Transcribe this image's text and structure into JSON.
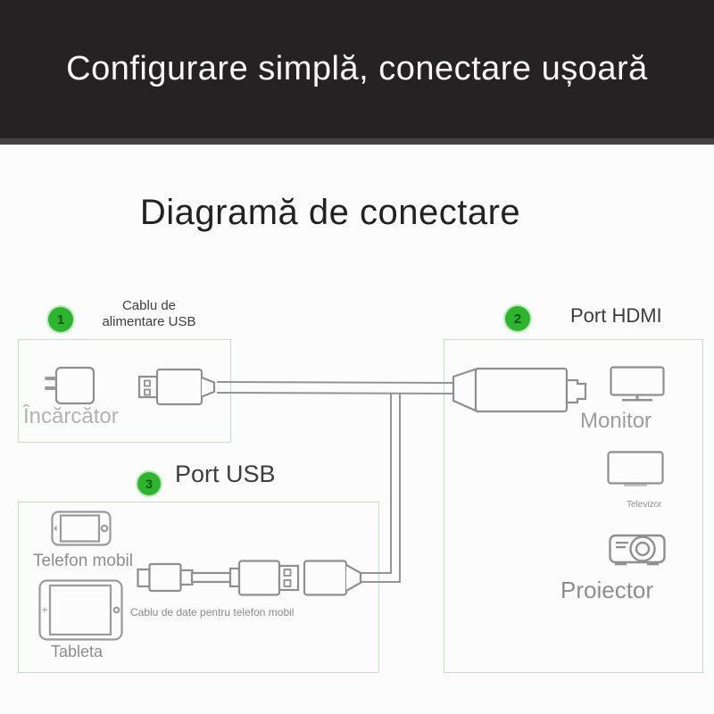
{
  "banner": {
    "title": "Configurare simplă, conectare ușoară"
  },
  "heading": {
    "title": "Diagramă de conectare"
  },
  "sections": {
    "power": {
      "badge": "1",
      "label": "Cablu de alimentare USB",
      "charger_label": "Încărcător"
    },
    "hdmi": {
      "badge": "2",
      "label": "Port HDMI",
      "monitor_label": "Monitor",
      "tv_label": "Televizor",
      "projector_label": "Proiector"
    },
    "usb": {
      "badge": "3",
      "label": "Port USB",
      "phone_label": "Telefon mobil",
      "tablet_label": "Tableta",
      "cable_label": "Cablu de date pentru telefon mobil"
    }
  },
  "icons": {
    "charger-icon": "wall charger outline with two prongs",
    "usb-plug-icon": "USB-A male plug with cable",
    "hdmi-connector-icon": "HDMI plug on cable",
    "monitor-icon": "desktop monitor outline",
    "tv-icon": "television outline",
    "projector-icon": "video projector outline",
    "phone-icon": "mobile phone landscape outline",
    "tablet-icon": "tablet outline",
    "data-cable-icon": "micro-USB to USB data cable with female USB adapter"
  },
  "colors": {
    "banner_bg": "#262223",
    "accent_green": "#2db52d",
    "badge_number": "#0c5211",
    "zone_border": "#c7dcca",
    "cable_gray": "#949494",
    "dark_text": "#3d3d3d",
    "light_text": "#b2b2b2",
    "gray_text": "#8d8d8d"
  }
}
